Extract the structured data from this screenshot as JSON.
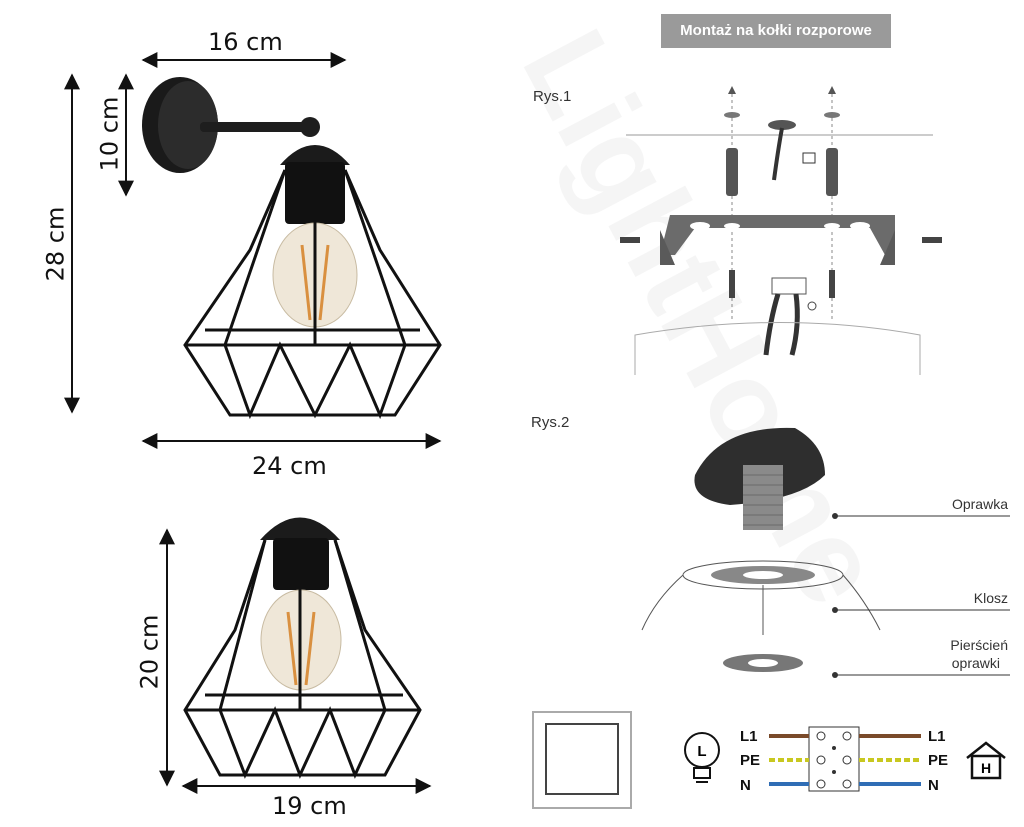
{
  "dimensions": {
    "width_top": "16 cm",
    "height_bracket": "10 cm",
    "height_total": "28 cm",
    "width_shade": "24 cm",
    "height_lamp2": "20 cm",
    "width_lamp2": "19 cm"
  },
  "install": {
    "banner": "Montaż na kołki rozporowe",
    "fig1": "Rys.1",
    "fig2": "Rys.2"
  },
  "parts": {
    "socket": "Oprawka",
    "shade": "Klosz",
    "ring_line1": "Pierścień",
    "ring_line2": "oprawki"
  },
  "wiring": {
    "rows": [
      {
        "left": "L1",
        "right": "L1",
        "color": "#7a4a2a"
      },
      {
        "left": "PE",
        "right": "PE",
        "color": "#c8c820"
      },
      {
        "left": "N",
        "right": "N",
        "color": "#2f6db5"
      }
    ],
    "lamp_icon_letter": "L",
    "house_icon_letter": "H"
  },
  "watermark": "LightHome"
}
